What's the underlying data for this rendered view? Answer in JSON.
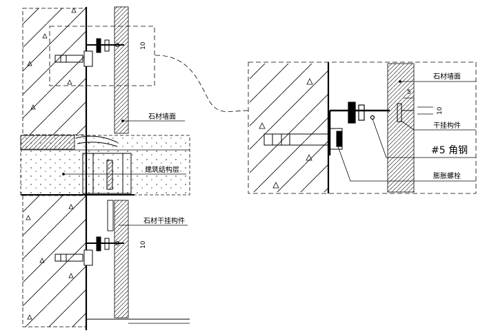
{
  "labels": {
    "stone_facade_main": "石材墙面",
    "building_structure": "建筑结构层",
    "stone_hanger_main": "石材干挂构件",
    "stone_facade_detail": "石材墙面",
    "hanger_detail": "干挂构件",
    "angle_steel": "#5 角钢",
    "expansion_bolt": "膨胀螺栓"
  },
  "dimensions": {
    "upper_gap": "10",
    "lower_gap": "10",
    "detail_gap": "10",
    "detail_width": "5"
  },
  "colors": {
    "line": "#000000",
    "background": "#ffffff"
  }
}
